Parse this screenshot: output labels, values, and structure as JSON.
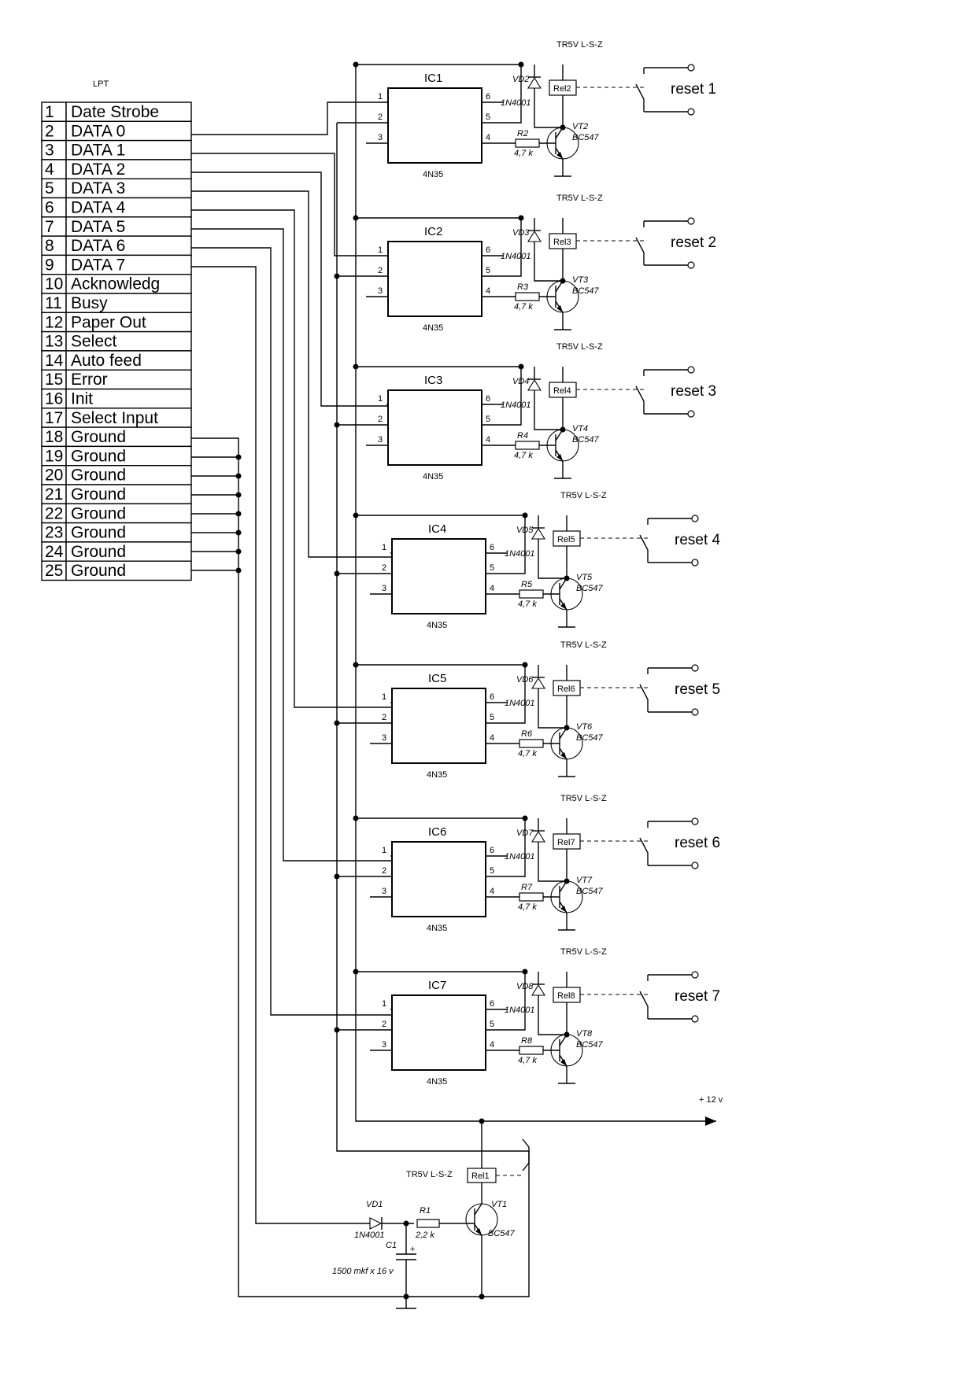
{
  "lpt": {
    "title": "LPT",
    "pins": [
      {
        "num": "1",
        "label": "Date Strobe"
      },
      {
        "num": "2",
        "label": "DATA 0"
      },
      {
        "num": "3",
        "label": "DATA 1"
      },
      {
        "num": "4",
        "label": "DATA 2"
      },
      {
        "num": "5",
        "label": "DATA 3"
      },
      {
        "num": "6",
        "label": "DATA 4"
      },
      {
        "num": "7",
        "label": "DATA 5"
      },
      {
        "num": "8",
        "label": "DATA 6"
      },
      {
        "num": "9",
        "label": "DATA 7"
      },
      {
        "num": "10",
        "label": "Acknowledg"
      },
      {
        "num": "11",
        "label": "Busy"
      },
      {
        "num": "12",
        "label": "Paper Out"
      },
      {
        "num": "13",
        "label": "Select"
      },
      {
        "num": "14",
        "label": "Auto feed"
      },
      {
        "num": "15",
        "label": "Error"
      },
      {
        "num": "16",
        "label": "Init"
      },
      {
        "num": "17",
        "label": "Select Input"
      },
      {
        "num": "18",
        "label": "Ground"
      },
      {
        "num": "19",
        "label": "Ground"
      },
      {
        "num": "20",
        "label": "Ground"
      },
      {
        "num": "21",
        "label": "Ground"
      },
      {
        "num": "22",
        "label": "Ground"
      },
      {
        "num": "23",
        "label": "Ground"
      },
      {
        "num": "24",
        "label": "Ground"
      },
      {
        "num": "25",
        "label": "Ground"
      }
    ]
  },
  "channels": [
    {
      "ic": "IC1",
      "part": "4N35",
      "relay_type": "TR5V L-S-Z",
      "diode": "VD2",
      "diode_part": "1N4001",
      "relay": "Rel2",
      "resistor": "R2",
      "resistor_value": "4,7 k",
      "transistor": "VT2",
      "transistor_part": "BC547",
      "output": "reset 1"
    },
    {
      "ic": "IC2",
      "part": "4N35",
      "relay_type": "TR5V L-S-Z",
      "diode": "VD3",
      "diode_part": "1N4001",
      "relay": "Rel3",
      "resistor": "R3",
      "resistor_value": "4,7 k",
      "transistor": "VT3",
      "transistor_part": "BC547",
      "output": "reset 2"
    },
    {
      "ic": "IC3",
      "part": "4N35",
      "relay_type": "TR5V L-S-Z",
      "diode": "VD4",
      "diode_part": "1N4001",
      "relay": "Rel4",
      "resistor": "R4",
      "resistor_value": "4,7 k",
      "transistor": "VT4",
      "transistor_part": "BC547",
      "output": "reset 3"
    },
    {
      "ic": "IC4",
      "part": "4N35",
      "relay_type": "TR5V L-S-Z",
      "diode": "VD5",
      "diode_part": "1N4001",
      "relay": "Rel5",
      "resistor": "R5",
      "resistor_value": "4,7 k",
      "transistor": "VT5",
      "transistor_part": "BC547",
      "output": "reset 4"
    },
    {
      "ic": "IC5",
      "part": "4N35",
      "relay_type": "TR5V L-S-Z",
      "diode": "VD6",
      "diode_part": "1N4001",
      "relay": "Rel6",
      "resistor": "R6",
      "resistor_value": "4,7 k",
      "transistor": "VT6",
      "transistor_part": "BC547",
      "output": "reset 5"
    },
    {
      "ic": "IC6",
      "part": "4N35",
      "relay_type": "TR5V L-S-Z",
      "diode": "VD7",
      "diode_part": "1N4001",
      "relay": "Rel7",
      "resistor": "R7",
      "resistor_value": "4,7 k",
      "transistor": "VT7",
      "transistor_part": "BC547",
      "output": "reset 6"
    },
    {
      "ic": "IC7",
      "part": "4N35",
      "relay_type": "TR5V L-S-Z",
      "diode": "VD8",
      "diode_part": "1N4001",
      "relay": "Rel8",
      "resistor": "R8",
      "resistor_value": "4,7 k",
      "transistor": "VT8",
      "transistor_part": "BC547",
      "output": "reset 7"
    }
  ],
  "ic_pins": [
    "1",
    "2",
    "3",
    "4",
    "5",
    "6"
  ],
  "power": {
    "supply_label": "+ 12 v"
  },
  "bottom": {
    "relay_type": "TR5V L-S-Z",
    "relay": "Rel1",
    "diode": "VD1",
    "diode_part": "1N4001",
    "resistor": "R1",
    "resistor_value": "2,2 k",
    "transistor": "VT1",
    "transistor_part": "BC547",
    "capacitor": "C1",
    "capacitor_value": "1500 mkf x 16 v",
    "capacitor_plus": "+"
  }
}
